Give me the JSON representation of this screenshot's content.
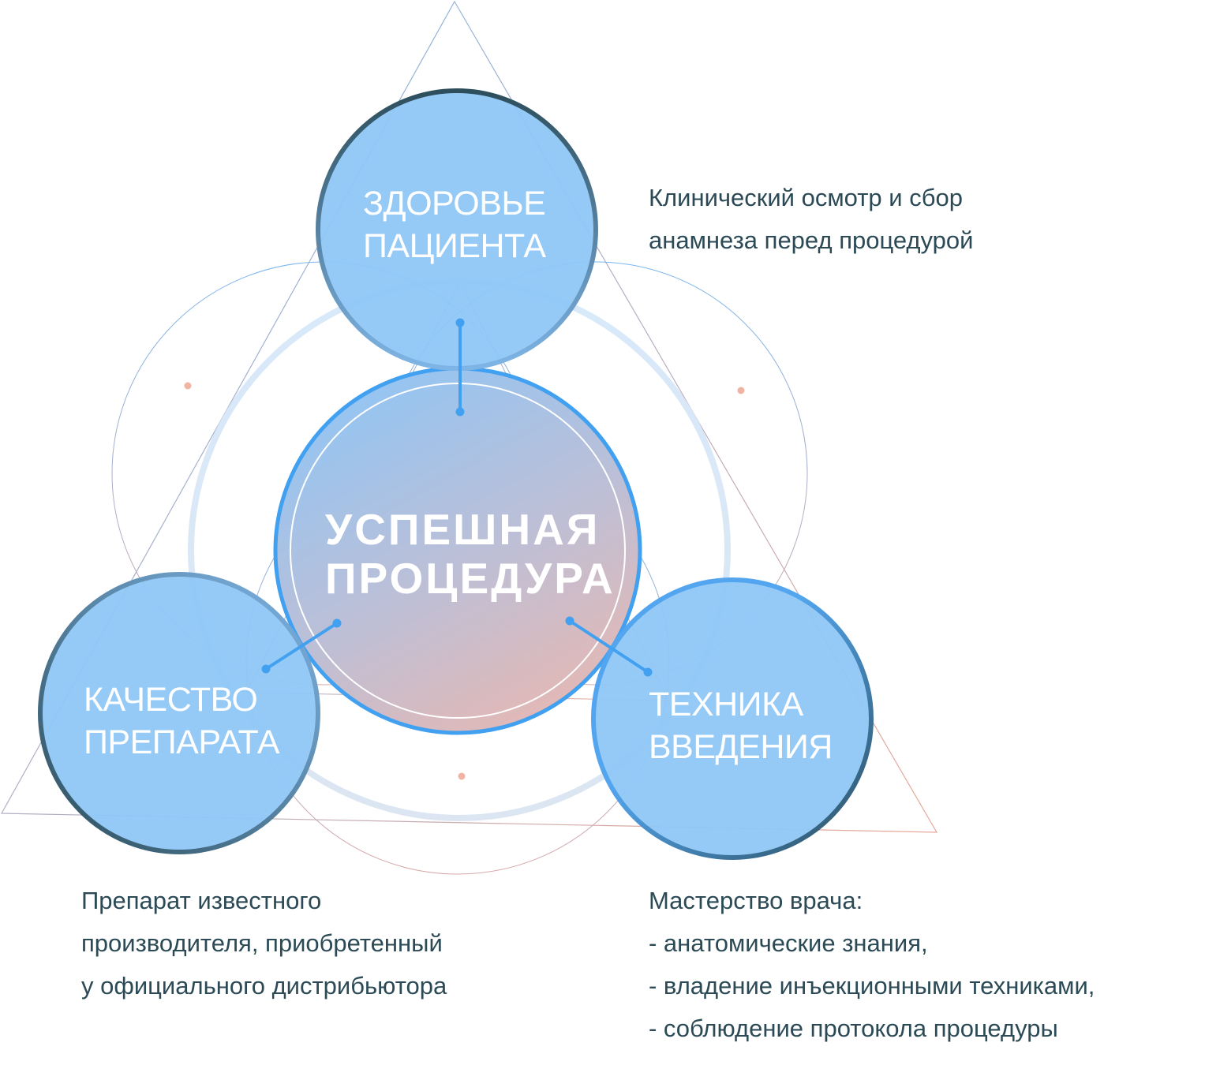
{
  "center": {
    "line1": "УСПЕШНАЯ",
    "line2": "ПРОЦЕДУРА"
  },
  "nodes": [
    {
      "line1": "ЗДОРОВЬЕ",
      "line2": "ПАЦИЕНТА",
      "description": [
        "Клинический осмотр и сбор",
        "анамнеза перед процедурой"
      ]
    },
    {
      "line1": "КАЧЕСТВО",
      "line2": "ПРЕПАРАТА",
      "description": [
        "Препарат известного",
        "производителя, приобретенный",
        "у официального дистрибьютора"
      ]
    },
    {
      "line1": "ТЕХНИКА",
      "line2": "ВВЕДЕНИЯ",
      "description": [
        "Мастерство врача:",
        "- анатомические знания,",
        "- владение инъекционными техниками,",
        "- соблюдение протокола процедуры"
      ]
    }
  ],
  "colors": {
    "node_fill": "#8fc7f7",
    "accent": "#42a0f0",
    "text": "#2b4a56",
    "dot": "#f0b4a4",
    "center_bottom": "#e3b9b6"
  }
}
